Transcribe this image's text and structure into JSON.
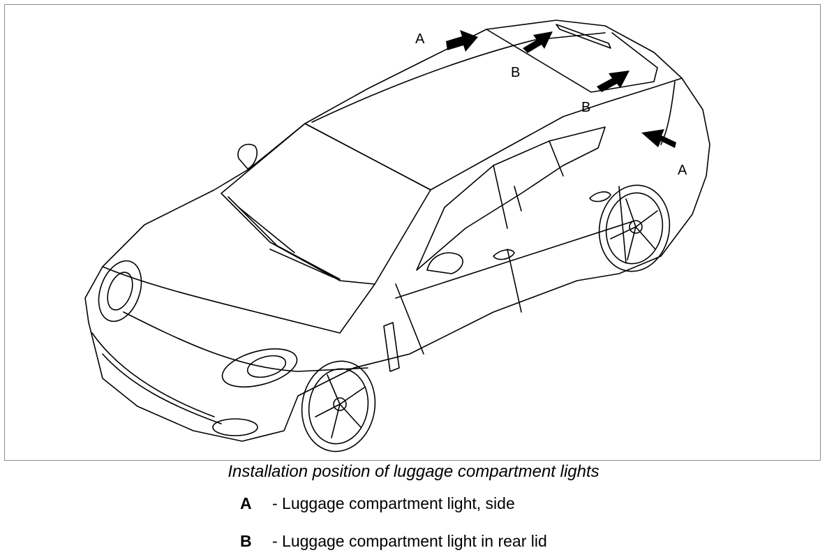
{
  "callouts": {
    "a_top": "A",
    "b_roof": "B",
    "b_lid": "B",
    "a_side": "A"
  },
  "caption": "Installation position of luggage compartment lights",
  "legend": [
    {
      "key": "A",
      "text": "- Luggage compartment light, side"
    },
    {
      "key": "B",
      "text": "- Luggage compartment light in rear lid"
    }
  ]
}
